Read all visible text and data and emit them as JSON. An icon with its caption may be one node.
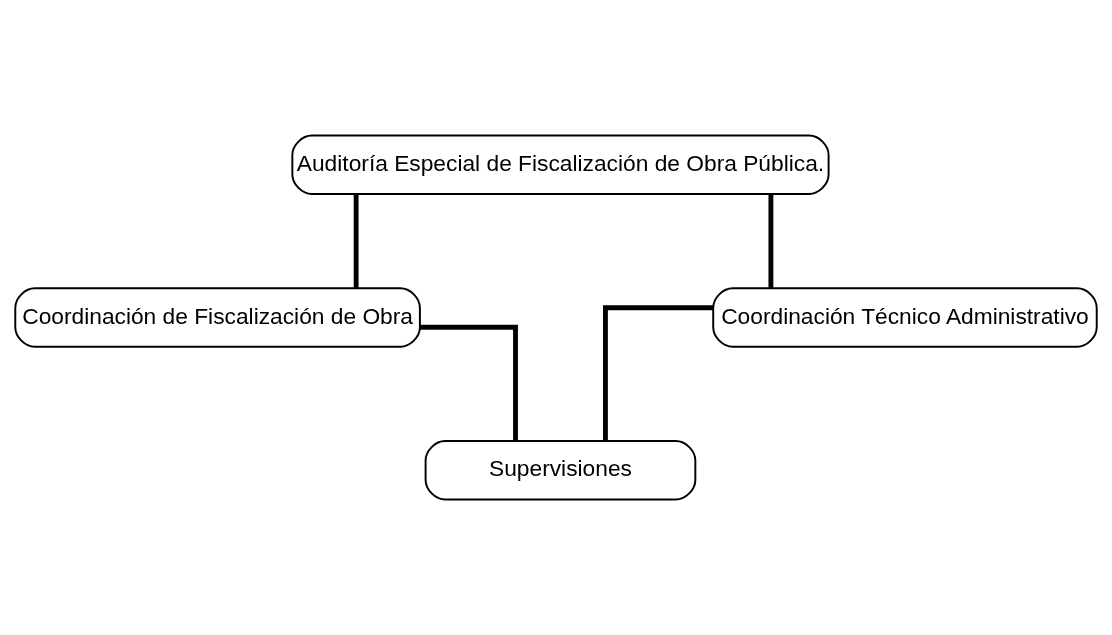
{
  "diagram": {
    "nodes": [
      {
        "text": [
          "Auditoría Especial de Fiscalización de Obra Pública."
        ]
      },
      {
        "text": [
          "Coordinación de Fiscalización de Obra"
        ]
      },
      {
        "text": [
          "Coordinación Técnico Administrativo"
        ]
      },
      {
        "text": [
          "Supervisiones"
        ]
      }
    ],
    "edges": [
      {
        "from": 0,
        "to": 1,
        "arrow": "none"
      },
      {
        "from": 0,
        "to": 2,
        "arrow": "none"
      },
      {
        "from": 1,
        "to": 3,
        "arrow": "none"
      },
      {
        "from": 2,
        "to": 3,
        "arrow": "none"
      }
    ]
  }
}
